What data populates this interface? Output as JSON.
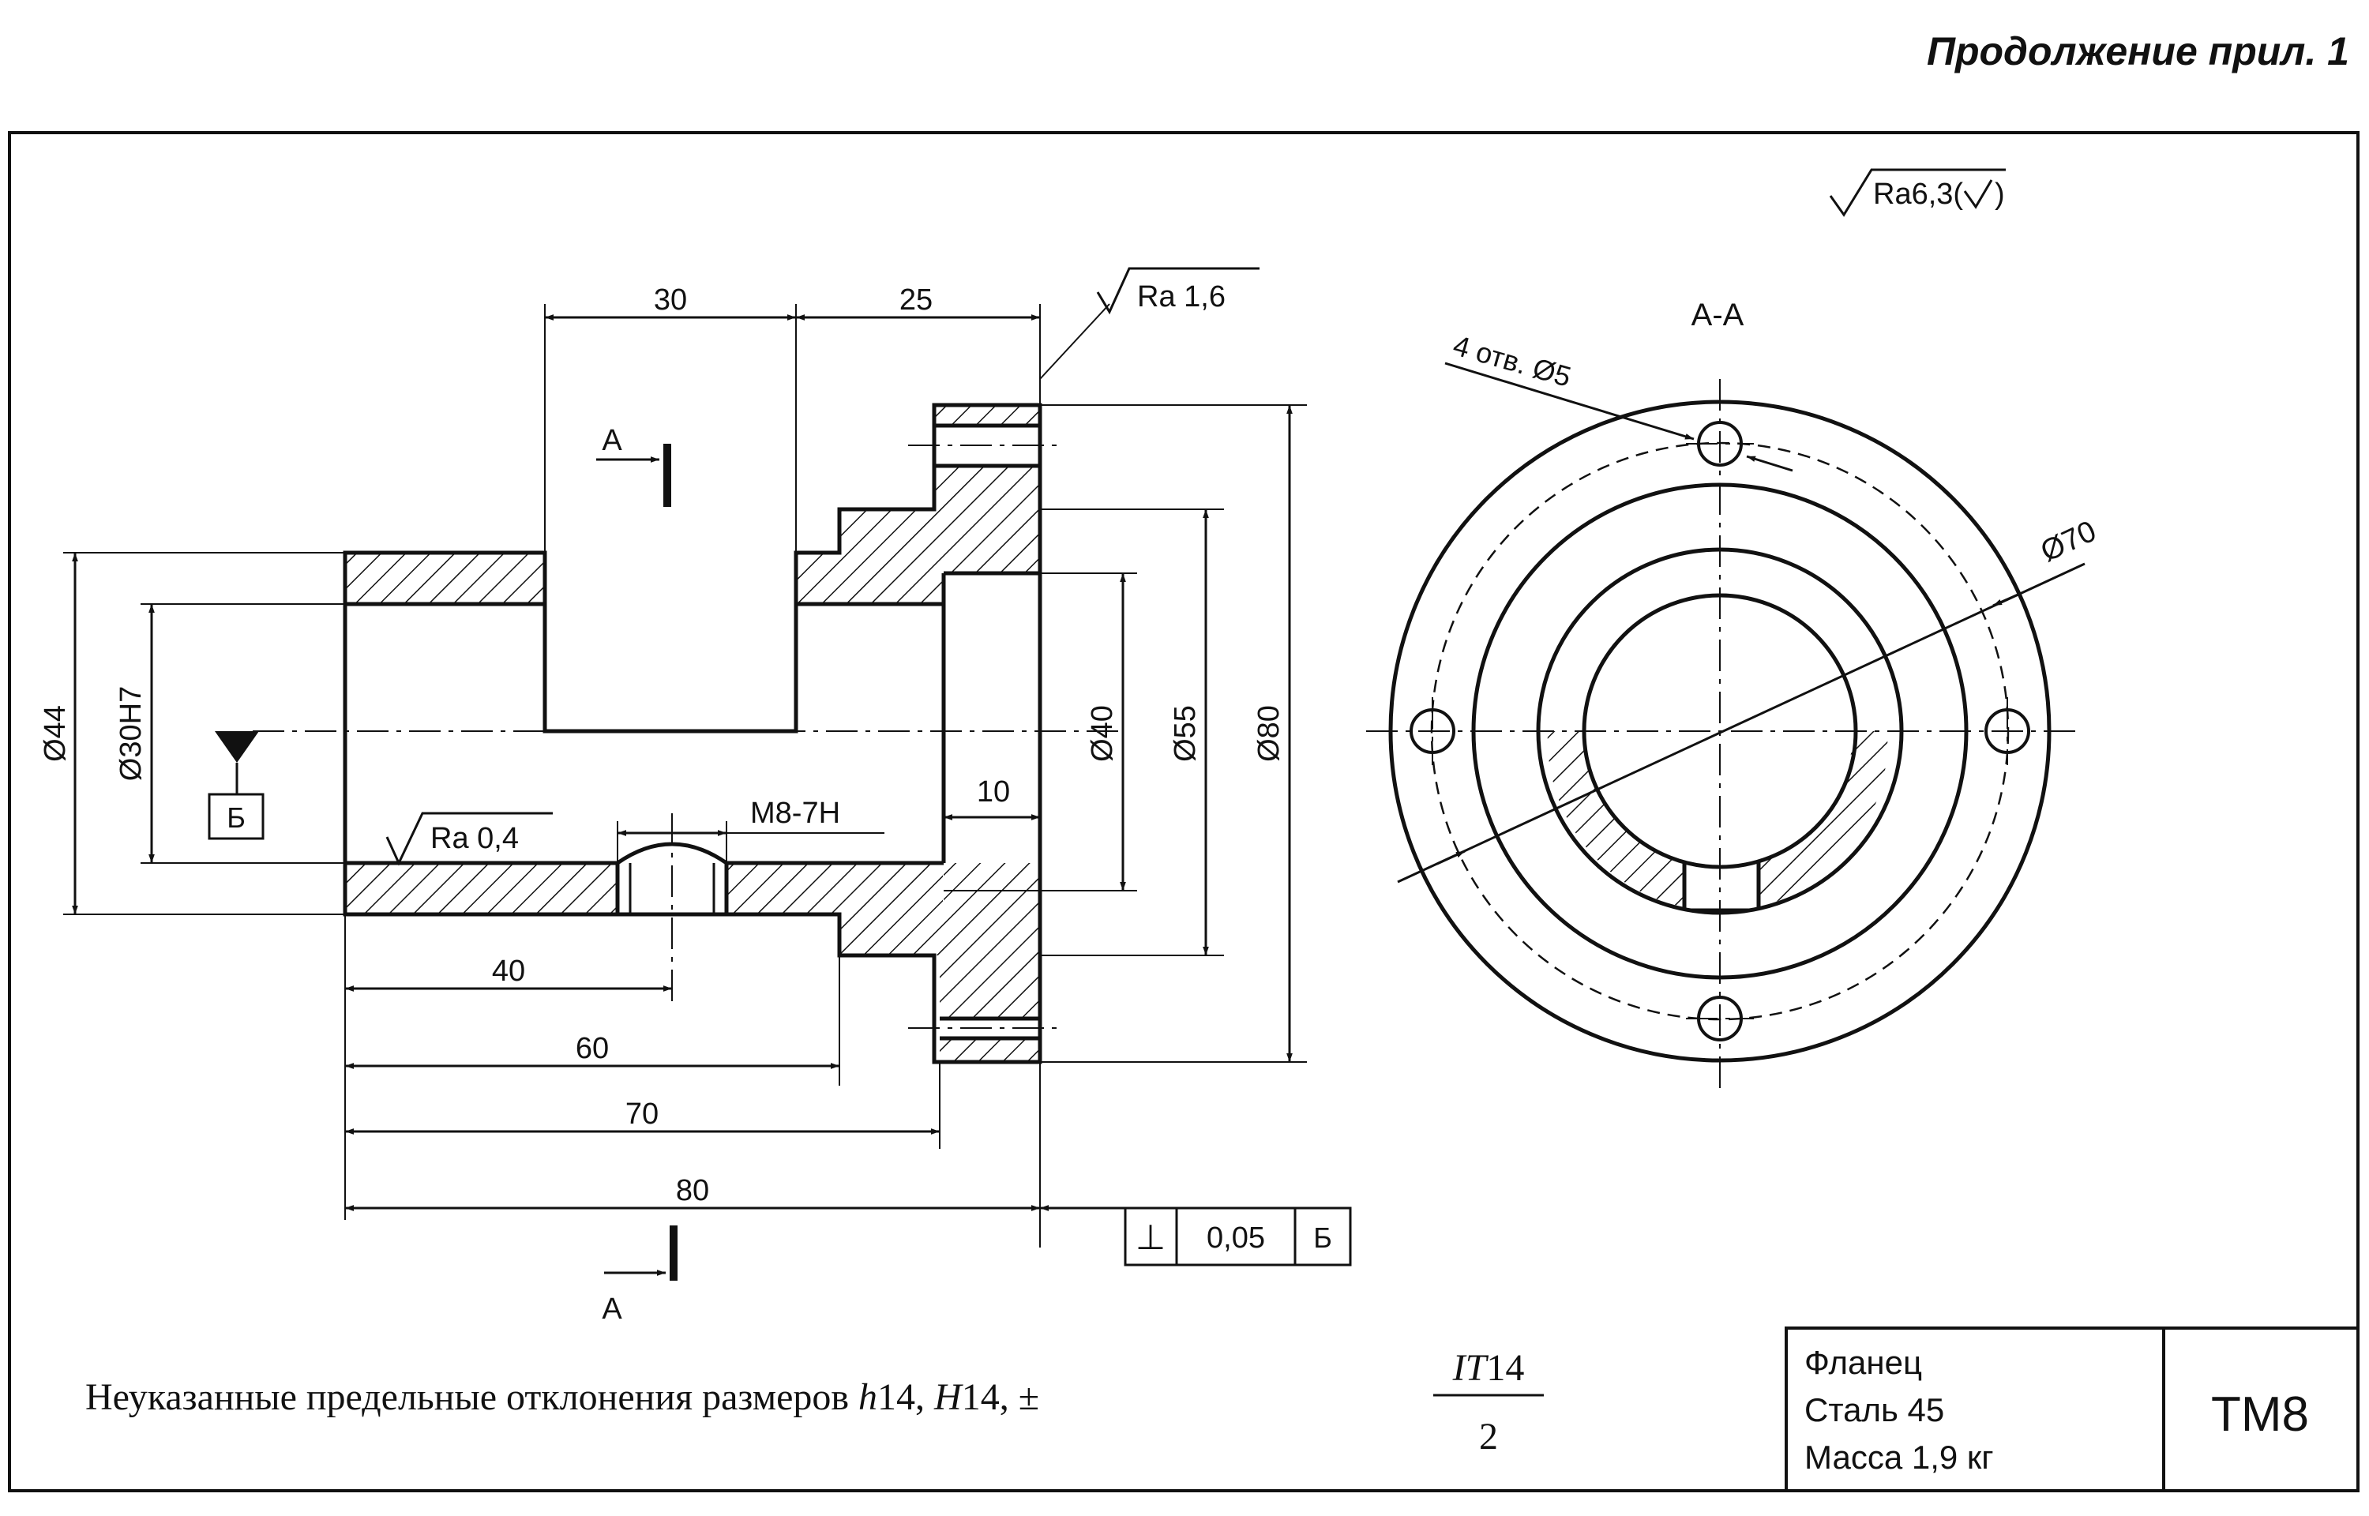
{
  "header": {
    "continuation": "Продолжение прил. 1"
  },
  "roughness": {
    "general": "Ra6,3(",
    "general_tail": ")",
    "outer": "Ra 1,6",
    "bore": "Ra 0,4"
  },
  "section": {
    "mark": "А",
    "title": "А-А"
  },
  "datum": {
    "letter": "Б"
  },
  "dimensions": {
    "d44": "Ø44",
    "d30": "Ø30H7",
    "d40": "Ø40",
    "d55": "Ø55",
    "d80": "Ø80",
    "d70": "Ø70",
    "holes": "4 отв. Ø5",
    "l30": "30",
    "l25": "25",
    "l10": "10",
    "l40": "40",
    "l60": "60",
    "l70": "70",
    "l80": "80",
    "thread": "M8-7H"
  },
  "tolerance_frame": {
    "symbol": "⊥",
    "value": "0,05",
    "datum": "Б"
  },
  "note": {
    "text": "Неуказанные предельные отклонения размеров ",
    "h14": "h",
    "h14n": "14, ",
    "H14": "H",
    "H14n": "14, ±",
    "it": "IT",
    "itn": "14",
    "den": "2"
  },
  "title_block": {
    "part": "Фланец",
    "material": "Сталь 45",
    "mass": "Масса 1,9 кг",
    "code": "ТМ8"
  }
}
